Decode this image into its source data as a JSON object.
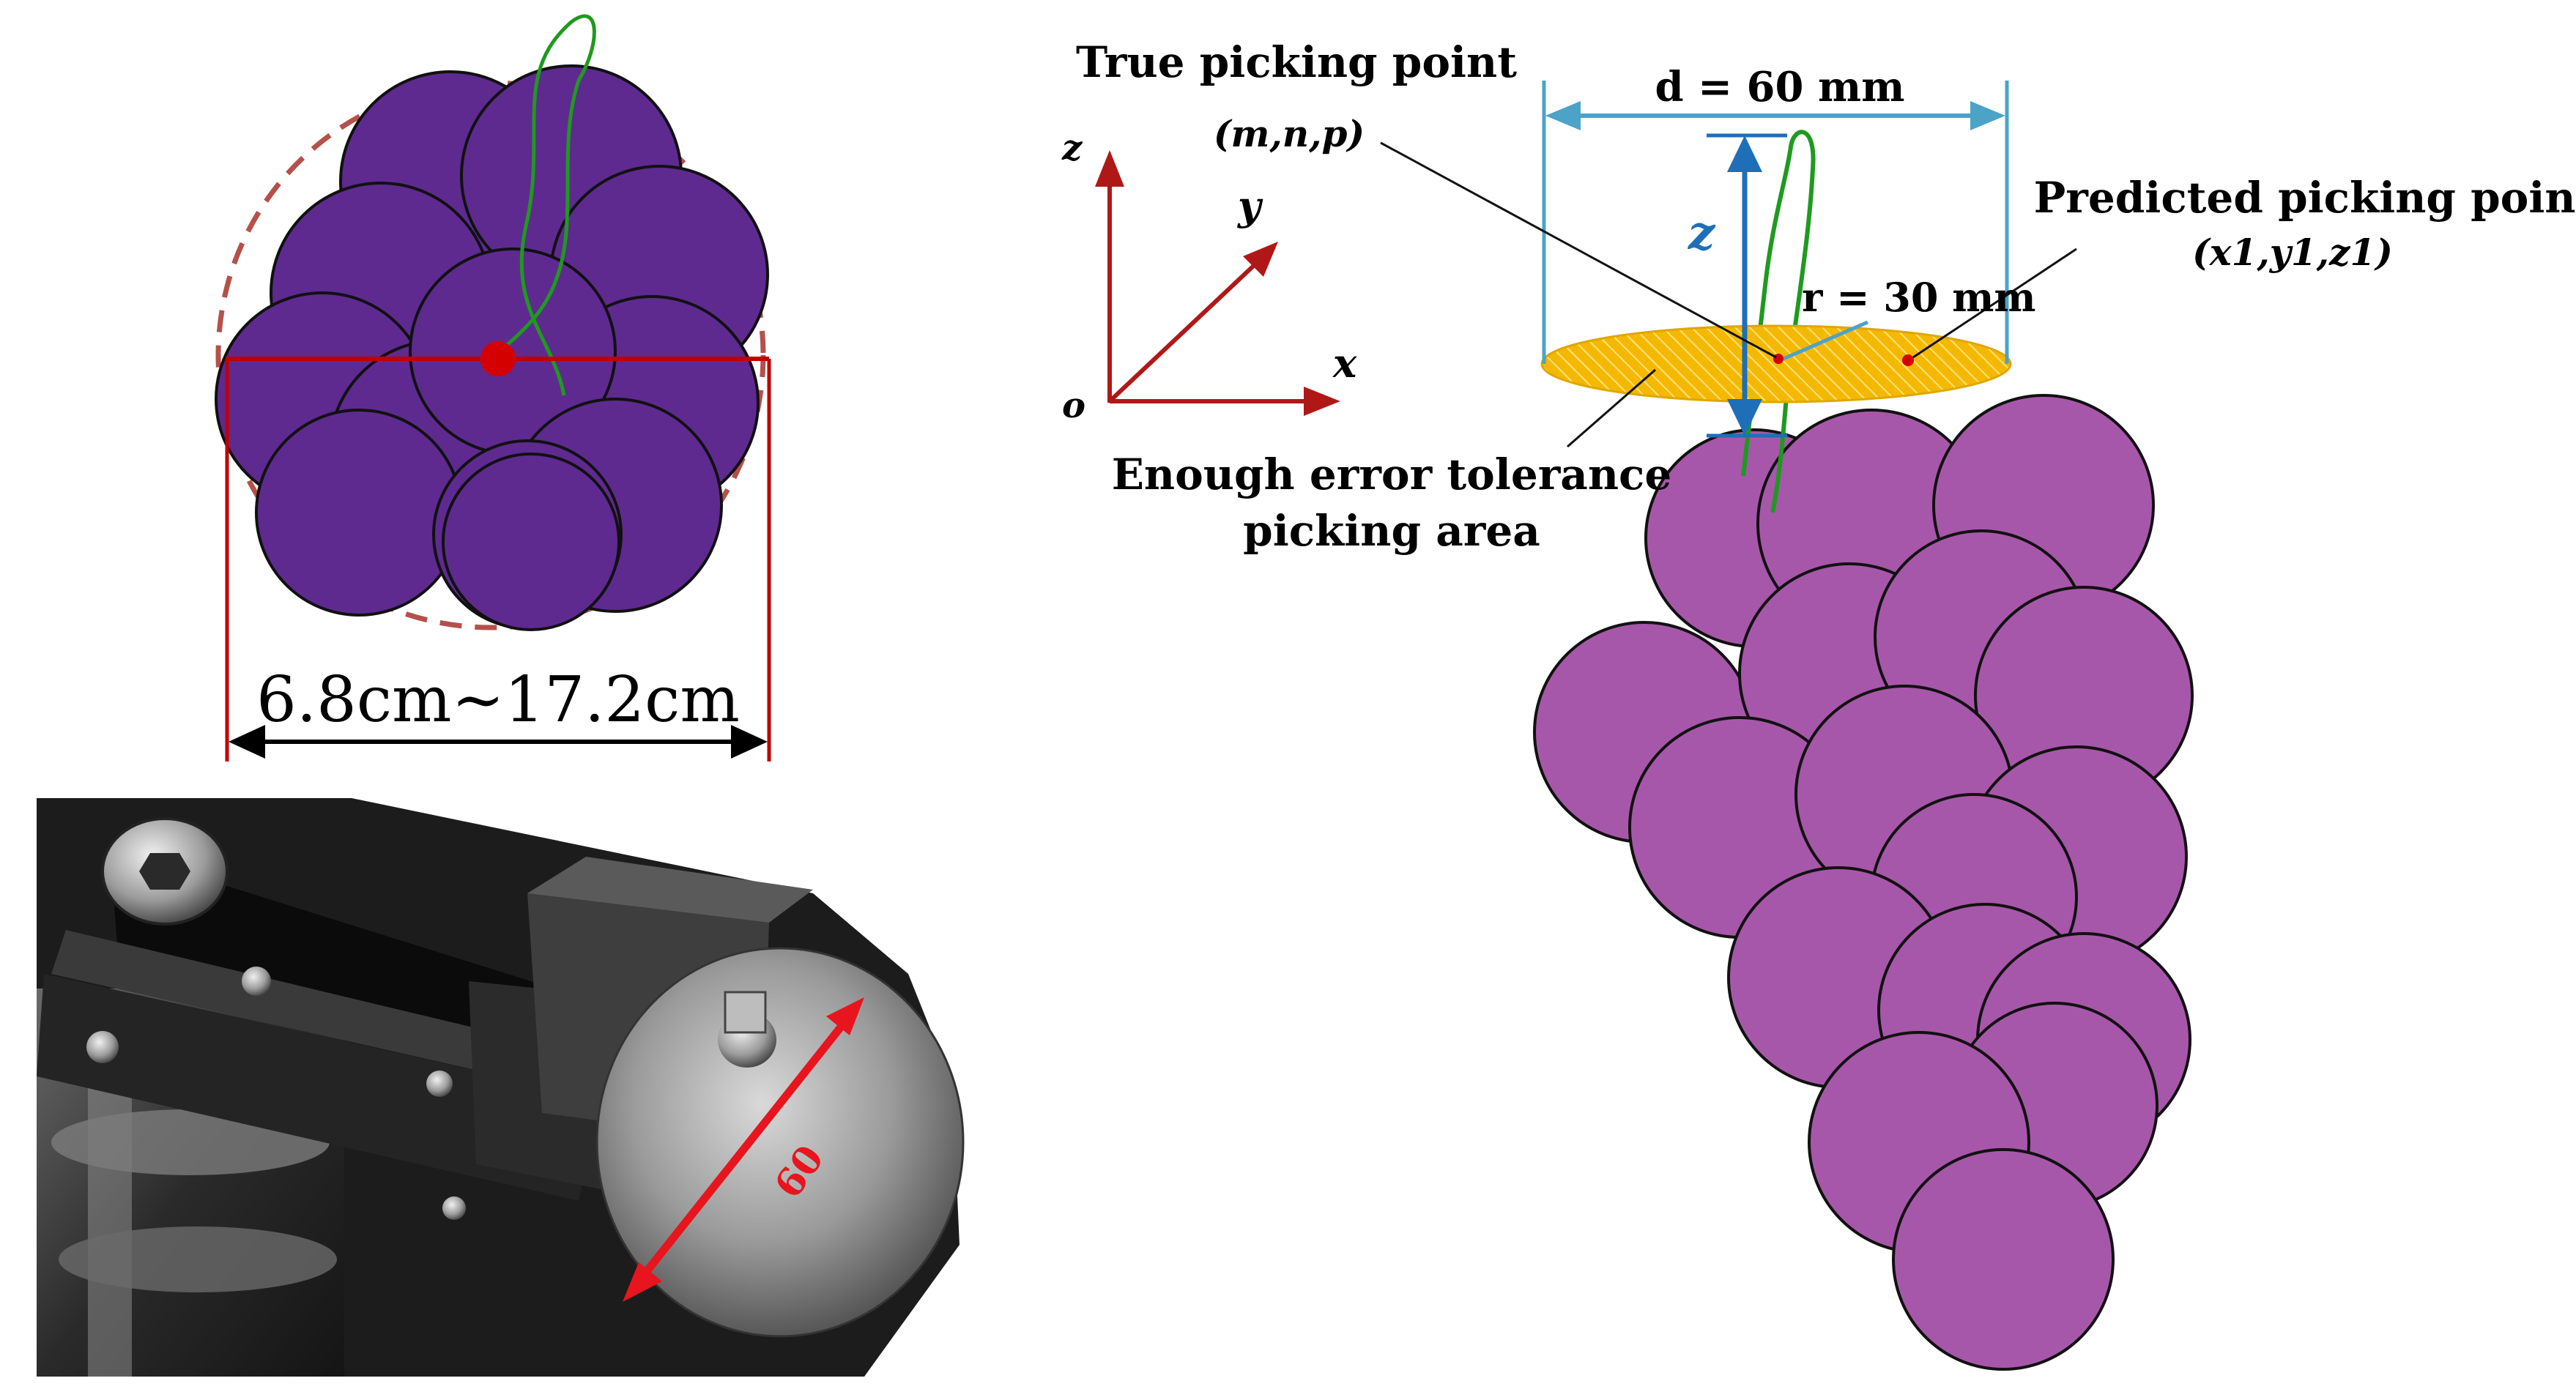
{
  "colors": {
    "grape_dark": "#5E2A90",
    "grape_light": "#A757A9",
    "stem": "#1E9A1E",
    "dimension_red": "#C00000",
    "axis_red": "#B01818",
    "dashed_circle": "#B5504A",
    "measure_blue": "#4BA3C8",
    "z_arrow_blue": "#1E6FB8",
    "tolerance_yellow": "#F5B800",
    "cutter_arrow_red": "#E8141E"
  },
  "left_diagram": {
    "dimension_label": "6.8cm~17.2cm"
  },
  "photo": {
    "blade_diameter_label": "60"
  },
  "axes": {
    "z": "z",
    "y": "y",
    "x": "x",
    "origin": "o"
  },
  "right_diagram": {
    "true_point_title": "True picking point",
    "true_point_coords": "(m,n,p)",
    "diameter_label": "d = 60 mm",
    "z_label": "z",
    "radius_label": "r = 30 mm",
    "predicted_point_title": "Predicted picking point",
    "predicted_point_coords": "(x1,y1,z1)",
    "tolerance_line1": "Enough error tolerance",
    "tolerance_line2": "picking area"
  }
}
